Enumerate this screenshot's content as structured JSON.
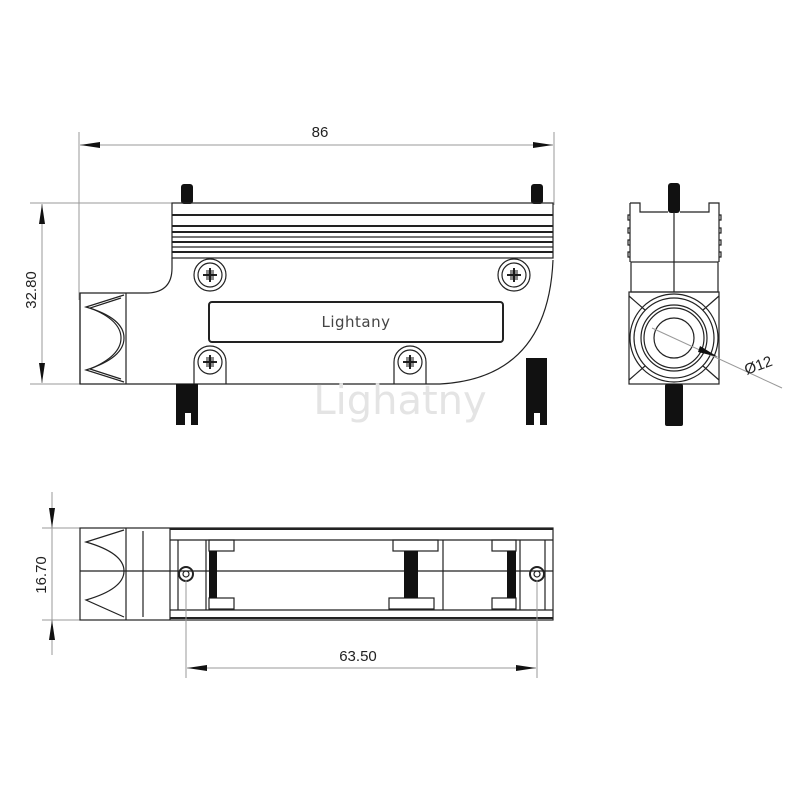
{
  "drawing": {
    "brand_label": "Lightany",
    "watermark": "Lighatny",
    "dimensions": {
      "overall_length": "86",
      "height_front": "32.80",
      "cable_diameter": "Ø12",
      "height_top": "16.70",
      "screw_spacing": "63.50"
    },
    "views": [
      "front-view",
      "side-view",
      "top-view"
    ],
    "colors": {
      "outline": "#222222",
      "dimension_line": "#999999",
      "watermark": "#e4e4e4"
    }
  }
}
